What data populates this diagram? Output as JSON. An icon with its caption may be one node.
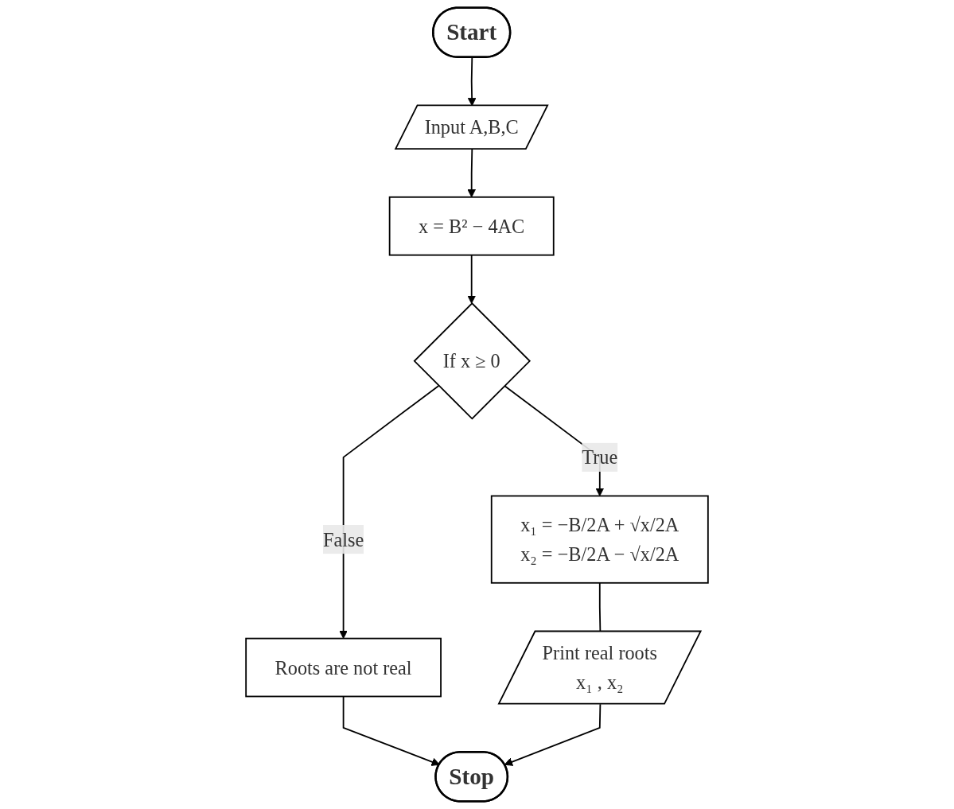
{
  "diagram": {
    "nodes": [
      {
        "text": [
          "Start"
        ]
      },
      {
        "text": [
          "Input A,B,C"
        ]
      },
      {
        "text": [
          "x = B² − 4AC"
        ]
      },
      {
        "text": [
          "If x ≥ 0"
        ]
      },
      {
        "text": [
          "x₁ = −B/2A + √x/2A",
          "x₂ = −B/2A − √x/2A"
        ]
      },
      {
        "text": [
          "Roots are not real"
        ]
      },
      {
        "text": [
          "Print real roots",
          "x₁ , x₂"
        ]
      },
      {
        "text": [
          "Stop"
        ]
      }
    ],
    "edges": [
      {
        "from": 0,
        "to": 1,
        "arrow": "to"
      },
      {
        "from": 1,
        "to": 2,
        "arrow": "to"
      },
      {
        "from": 2,
        "to": 3,
        "arrow": "to"
      },
      {
        "from": 3,
        "to": 4,
        "arrow": "to",
        "label": "True"
      },
      {
        "from": 3,
        "to": 5,
        "arrow": "to",
        "label": "False"
      },
      {
        "from": 4,
        "to": 6,
        "arrow": "none"
      },
      {
        "from": 5,
        "to": 7,
        "arrow": "to"
      },
      {
        "from": 6,
        "to": 7,
        "arrow": "to"
      }
    ]
  }
}
